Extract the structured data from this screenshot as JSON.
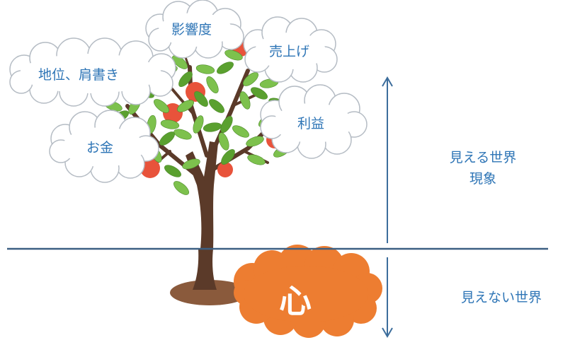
{
  "clouds": {
    "eikyodo": "影響度",
    "uriage": "売上げ",
    "chii": "地位、肩書き",
    "rieki": "利益",
    "okane": "お金"
  },
  "core": "心",
  "right": {
    "visible_line1": "見える世界",
    "visible_line2": "現象",
    "invisible": "見えない世界"
  },
  "colors": {
    "label_text": "#2e75b6",
    "divider": "#3c5f82",
    "arrow": "#3c6d9c",
    "trunk": "#5b3a29",
    "soil": "#8a5a3c",
    "leaf": "#7dc14d",
    "leaf_dark": "#5aa02f",
    "apple": "#e8533b",
    "heart_cloud": "#ed7d31",
    "cloud_fill": "#ffffff",
    "cloud_edge": "#b5bcc4"
  }
}
